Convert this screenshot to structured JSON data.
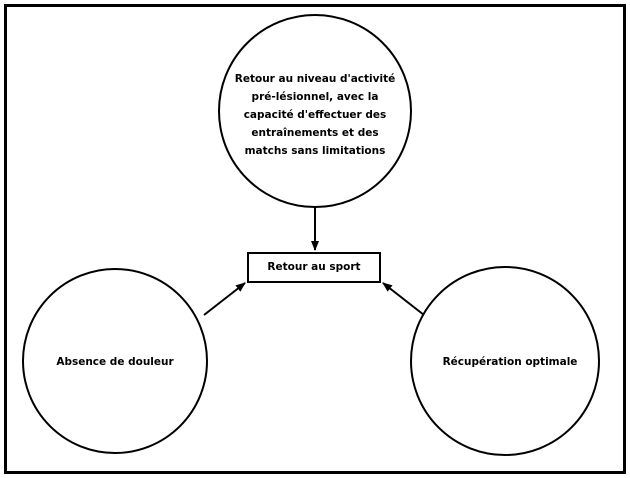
{
  "nodes": {
    "top": "Retour au niveau d'activité pré-lésionnel, avec la capacité d'effectuer des entraînements et des matchs sans limitations",
    "center": "Retour au sport",
    "left": "Absence de douleur",
    "right": "Récupération optimale"
  },
  "colors": {
    "stroke": "#000000",
    "background": "#ffffff"
  }
}
